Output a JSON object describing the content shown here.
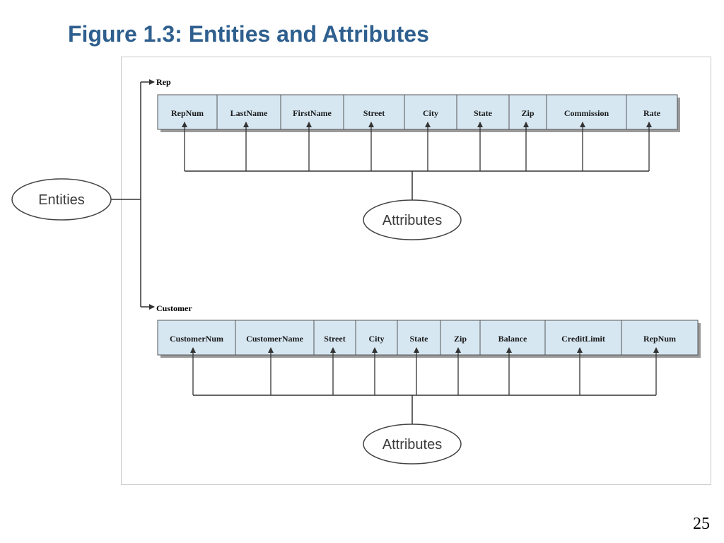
{
  "title": "Figure 1.3: Entities and Attributes",
  "page_number": "25",
  "entities_label": "Entities",
  "tables": [
    {
      "name": "Rep",
      "attributes_label": "Attributes",
      "fields": [
        "RepNum",
        "LastName",
        "FirstName",
        "Street",
        "City",
        "State",
        "Zip",
        "Commission",
        "Rate"
      ]
    },
    {
      "name": "Customer",
      "attributes_label": "Attributes",
      "fields": [
        "CustomerNum",
        "CustomerName",
        "Street",
        "City",
        "State",
        "Zip",
        "Balance",
        "CreditLimit",
        "RepNum"
      ]
    }
  ],
  "colors": {
    "title": "#2e5f8e",
    "field_fill": "#d6e7f2",
    "field_border": "#555555",
    "line": "#333333"
  }
}
